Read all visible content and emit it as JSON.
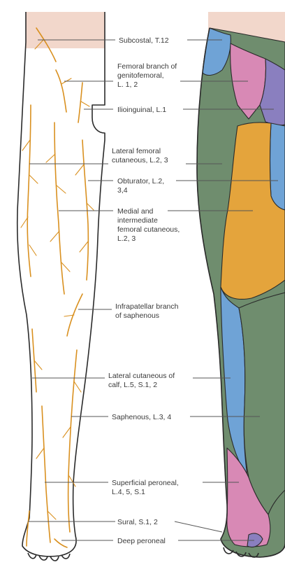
{
  "colors": {
    "skin": "#f2d7cb",
    "nerve": "#d9901f",
    "green": "#6f8d6e",
    "blue": "#6fa3d6",
    "pink": "#d889b5",
    "purple": "#8a7fbf",
    "orange": "#e4a43c"
  },
  "labels": [
    {
      "id": "subcostal",
      "lines": [
        "Subcostal, T.12"
      ]
    },
    {
      "id": "genitofemoral",
      "lines": [
        "Femoral branch of",
        "genitofemoral,",
        "L. 1, 2"
      ]
    },
    {
      "id": "ilioinguinal",
      "lines": [
        "Ilioinguinal, L.1"
      ]
    },
    {
      "id": "lateral-femoral-cutaneous",
      "lines": [
        "Lateral femoral",
        "cutaneous, L.2, 3"
      ]
    },
    {
      "id": "obturator",
      "lines": [
        "Obturator, L.2,",
        "3,4"
      ]
    },
    {
      "id": "medial-intermediate-femoral",
      "lines": [
        "Medial and",
        "intermediate",
        "femoral cutaneous,",
        "L.2, 3"
      ]
    },
    {
      "id": "infrapatellar",
      "lines": [
        "Infrapatellar branch",
        "of saphenous"
      ]
    },
    {
      "id": "lateral-cutaneous-calf",
      "lines": [
        "Lateral cutaneous of",
        "calf, L.5, S.1, 2"
      ]
    },
    {
      "id": "saphenous",
      "lines": [
        "Saphenous, L.3, 4"
      ]
    },
    {
      "id": "superficial-peroneal",
      "lines": [
        "Superficial peroneal,",
        "L.4, 5, S.1"
      ]
    },
    {
      "id": "sural",
      "lines": [
        "Sural, S.1, 2"
      ]
    },
    {
      "id": "deep-peroneal",
      "lines": [
        "Deep peroneal"
      ]
    }
  ]
}
